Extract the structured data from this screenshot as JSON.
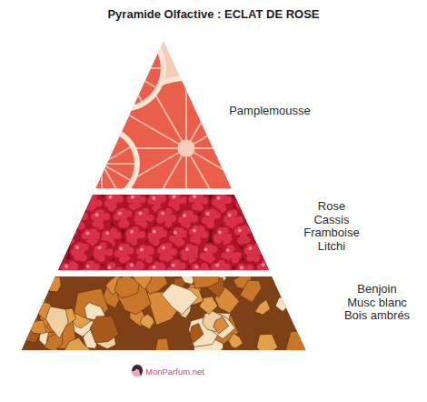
{
  "diagram": {
    "title": "Pyramide Olfactive : ECLAT DE ROSE",
    "nodes": [
      {
        "text": [
          "Pamplemousse"
        ]
      },
      {
        "text": [
          "Rose",
          "Cassis",
          "Framboise",
          "Litchi"
        ]
      },
      {
        "text": [
          "Benjoin",
          "Musc blanc",
          "Bois ambrés"
        ]
      }
    ],
    "labels": [
      "MonParfum.net"
    ]
  }
}
